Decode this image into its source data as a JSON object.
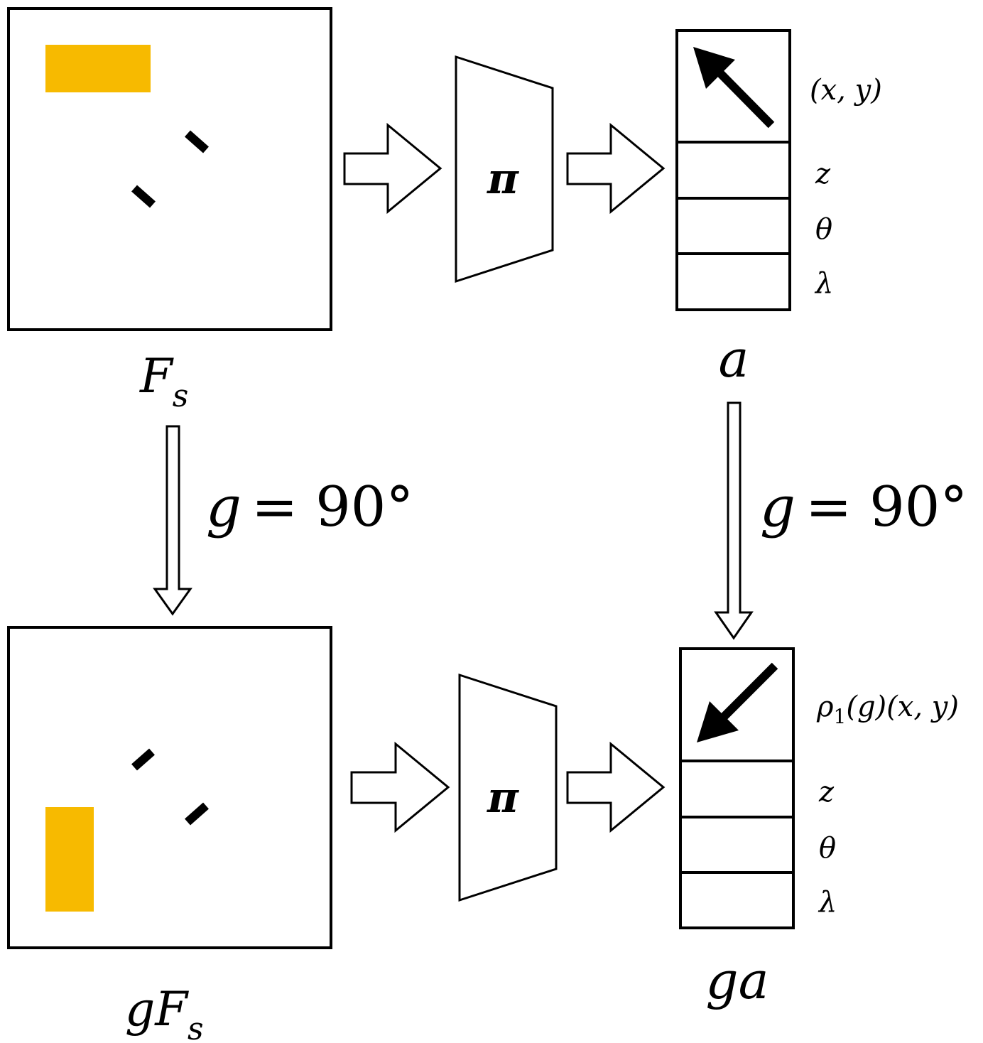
{
  "top": {
    "input_label_main": "F",
    "input_label_sub": "s",
    "policy_symbol": "π",
    "output_label": "a",
    "slot_labels": {
      "xy": "(x, y)",
      "z": "z",
      "theta": "θ",
      "lambda": "λ"
    }
  },
  "bottom": {
    "input_label_main": "gF",
    "input_label_sub": "s",
    "policy_symbol": "π",
    "output_label": "ga",
    "slot_labels": {
      "xy_rho": "ρ",
      "xy_sub": "1",
      "xy_rest": "(g)(x, y)",
      "z": "z",
      "theta": "θ",
      "lambda": "λ"
    }
  },
  "transform": {
    "left_g": "g",
    "left_eq": "= 90°",
    "right_g": "g",
    "right_eq": "= 90°"
  },
  "colors": {
    "object": "#F7BA00",
    "stroke": "#000000"
  }
}
